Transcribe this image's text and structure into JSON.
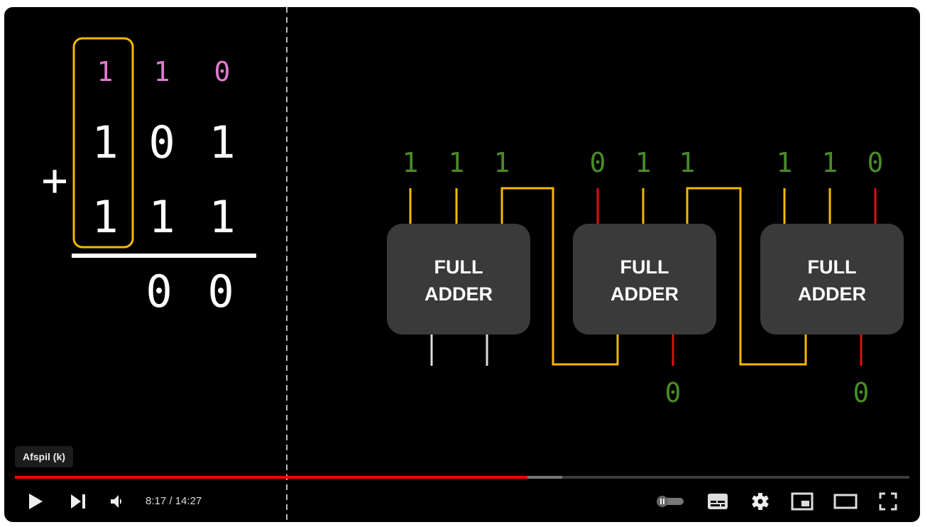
{
  "math": {
    "carry": [
      "1",
      "1",
      "0"
    ],
    "row1": [
      "1",
      "0",
      "1"
    ],
    "row2": [
      "1",
      "1",
      "1"
    ],
    "operator": "+",
    "result": [
      "0",
      "0"
    ]
  },
  "adders": [
    {
      "label_line1": "FULL",
      "label_line2": "ADDER",
      "inputs": [
        "1",
        "1",
        "1"
      ],
      "output": ""
    },
    {
      "label_line1": "FULL",
      "label_line2": "ADDER",
      "inputs": [
        "0",
        "1",
        "1"
      ],
      "output": "0"
    },
    {
      "label_line1": "FULL",
      "label_line2": "ADDER",
      "inputs": [
        "1",
        "1",
        "0"
      ],
      "output": "0"
    }
  ],
  "colors": {
    "carry": "#e07ad0",
    "digit_green": "#4a8a2a",
    "wire_one": "#f5b800",
    "wire_zero": "#e01010",
    "box": "#3a3a3a",
    "progress": "#ff0000"
  },
  "player": {
    "tooltip": "Afspil (k)",
    "current_time": "8:17",
    "separator": " / ",
    "duration": "14:27",
    "progress_played": 0.573,
    "progress_buffered": 0.612,
    "icons": [
      "play-icon",
      "next-icon",
      "volume-icon",
      "autoplay-toggle-icon",
      "subtitles-icon",
      "settings-gear-icon",
      "miniplayer-icon",
      "theater-mode-icon",
      "fullscreen-icon"
    ]
  }
}
